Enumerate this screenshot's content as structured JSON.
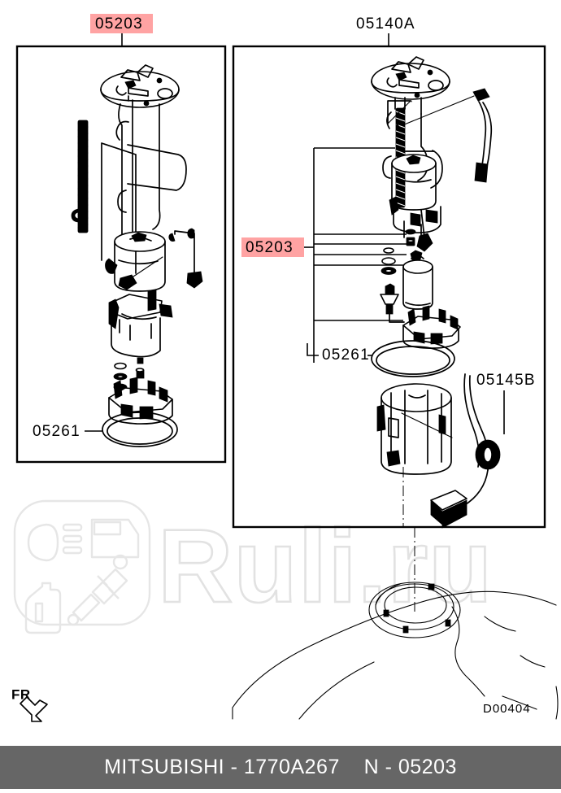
{
  "document": {
    "type": "parts-diagram",
    "drawing_code": "D00404",
    "orientation_marker": "FR"
  },
  "labels": {
    "top_left": {
      "text": "05203",
      "highlighted": true,
      "highlight_color": "#ffa3a3"
    },
    "top_right": {
      "text": "05140A",
      "highlighted": false
    },
    "mid_right_panel": {
      "text": "05203",
      "highlighted": true,
      "highlight_color": "#ffa3a3"
    },
    "left_panel_oring": {
      "text": "05261",
      "highlighted": false
    },
    "right_panel_oring": {
      "text": "05261",
      "highlighted": false
    },
    "sender_unit": {
      "text": "05145B",
      "highlighted": false
    }
  },
  "watermark": {
    "text": "Ruli.ru",
    "color": "#e2e2e2",
    "logo_icons": [
      "headlight-icon",
      "door-icon",
      "oil-bottle-icon",
      "shock-absorber-icon"
    ]
  },
  "footer": {
    "brand": "MITSUBISHI",
    "separator": " - ",
    "part_number": "1770A267",
    "gap": "    ",
    "group_prefix": "N - ",
    "group_number": "05203",
    "full_text": "MITSUBISHI - 1770A267    N - 05203",
    "background": "#666666",
    "text_color": "#ffffff"
  },
  "panels": {
    "left": {
      "name": "fuel-pump-module-exploded",
      "label_ref": "05203"
    },
    "right": {
      "name": "fuel-pump-assembly",
      "label_ref": "05140A"
    }
  }
}
